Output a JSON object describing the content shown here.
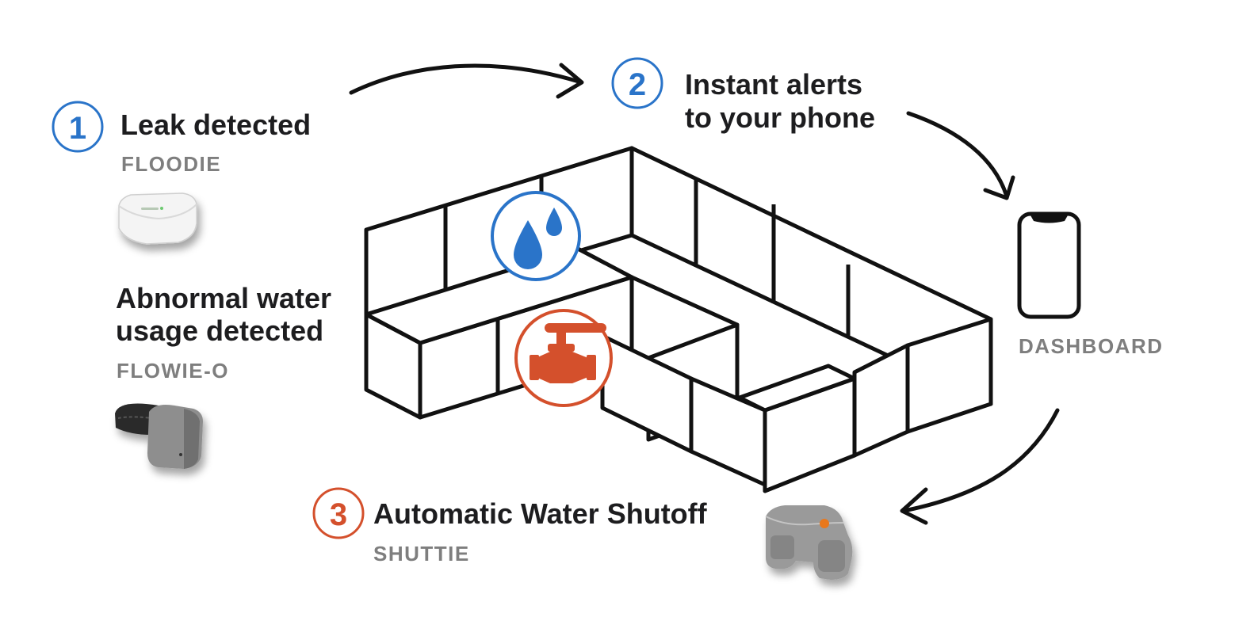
{
  "steps": [
    {
      "number": "1",
      "title": "Leak detected",
      "device": "FLOODIE",
      "color": "#2a74c9"
    },
    {
      "number": "2",
      "title_lines": [
        "Instant alerts",
        "to your phone"
      ],
      "color": "#2a74c9"
    },
    {
      "number": "3",
      "title": "Automatic Water Shutoff",
      "device": "SHUTTIE",
      "color": "#d4502c"
    }
  ],
  "abnormal": {
    "title_lines": [
      "Abnormal water",
      "usage detected"
    ],
    "device": "FLOWIE-O"
  },
  "dashboard": {
    "label": "DASHBOARD"
  },
  "icons": {
    "leak": "water-drops-icon",
    "valve": "valve-icon",
    "phone": "smartphone-icon",
    "floodie": "floodie-device-image",
    "flowie": "flowie-o-device-image",
    "shuttie": "shuttie-device-image"
  },
  "colors": {
    "blue": "#2a74c9",
    "orange": "#d4502c",
    "text": "#1d1d1f",
    "subtext": "#7e7e7e"
  }
}
